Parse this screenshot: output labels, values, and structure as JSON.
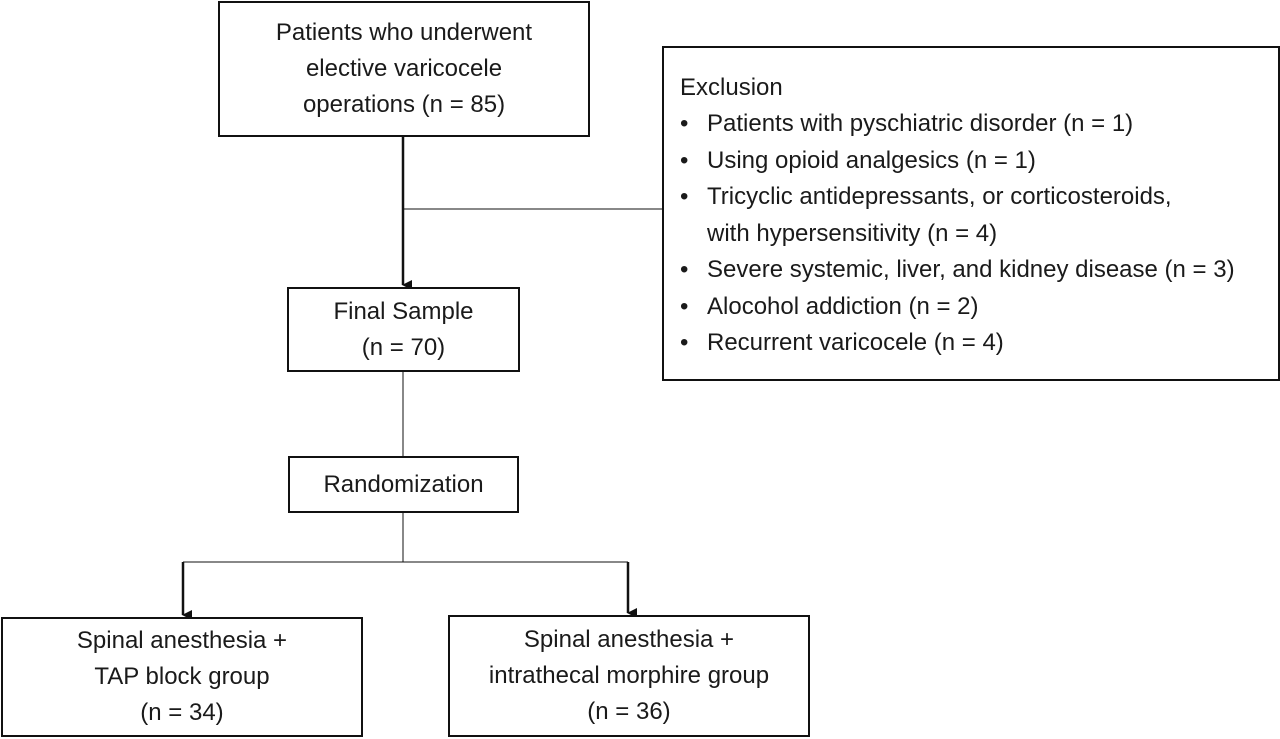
{
  "boxes": {
    "patients": [
      "Patients who underwent",
      "elective varicocele",
      "operations (n = 85)"
    ],
    "final_sample": [
      "Final Sample",
      "(n = 70)"
    ],
    "randomization": [
      "Randomization"
    ],
    "tap_group": [
      "Spinal anesthesia +",
      "TAP block group",
      "(n = 34)"
    ],
    "morphine_group": [
      "Spinal anesthesia +",
      "intrathecal morphire group",
      "(n = 36)"
    ]
  },
  "exclusion": {
    "title": "Exclusion",
    "items": [
      [
        "Patients with pyschiatric disorder (n = 1)"
      ],
      [
        "Using opioid analgesics (n = 1)"
      ],
      [
        "Tricyclic antidepressants, or corticosteroids,",
        "with hypersensitivity (n = 4)"
      ],
      [
        "Severe systemic, liver, and kidney disease (n = 3)"
      ],
      [
        "Alocohol addiction (n = 2)"
      ],
      [
        "Recurrent varicocele (n = 4)"
      ]
    ]
  },
  "colors": {
    "line": "#111111",
    "background": "#ffffff"
  }
}
